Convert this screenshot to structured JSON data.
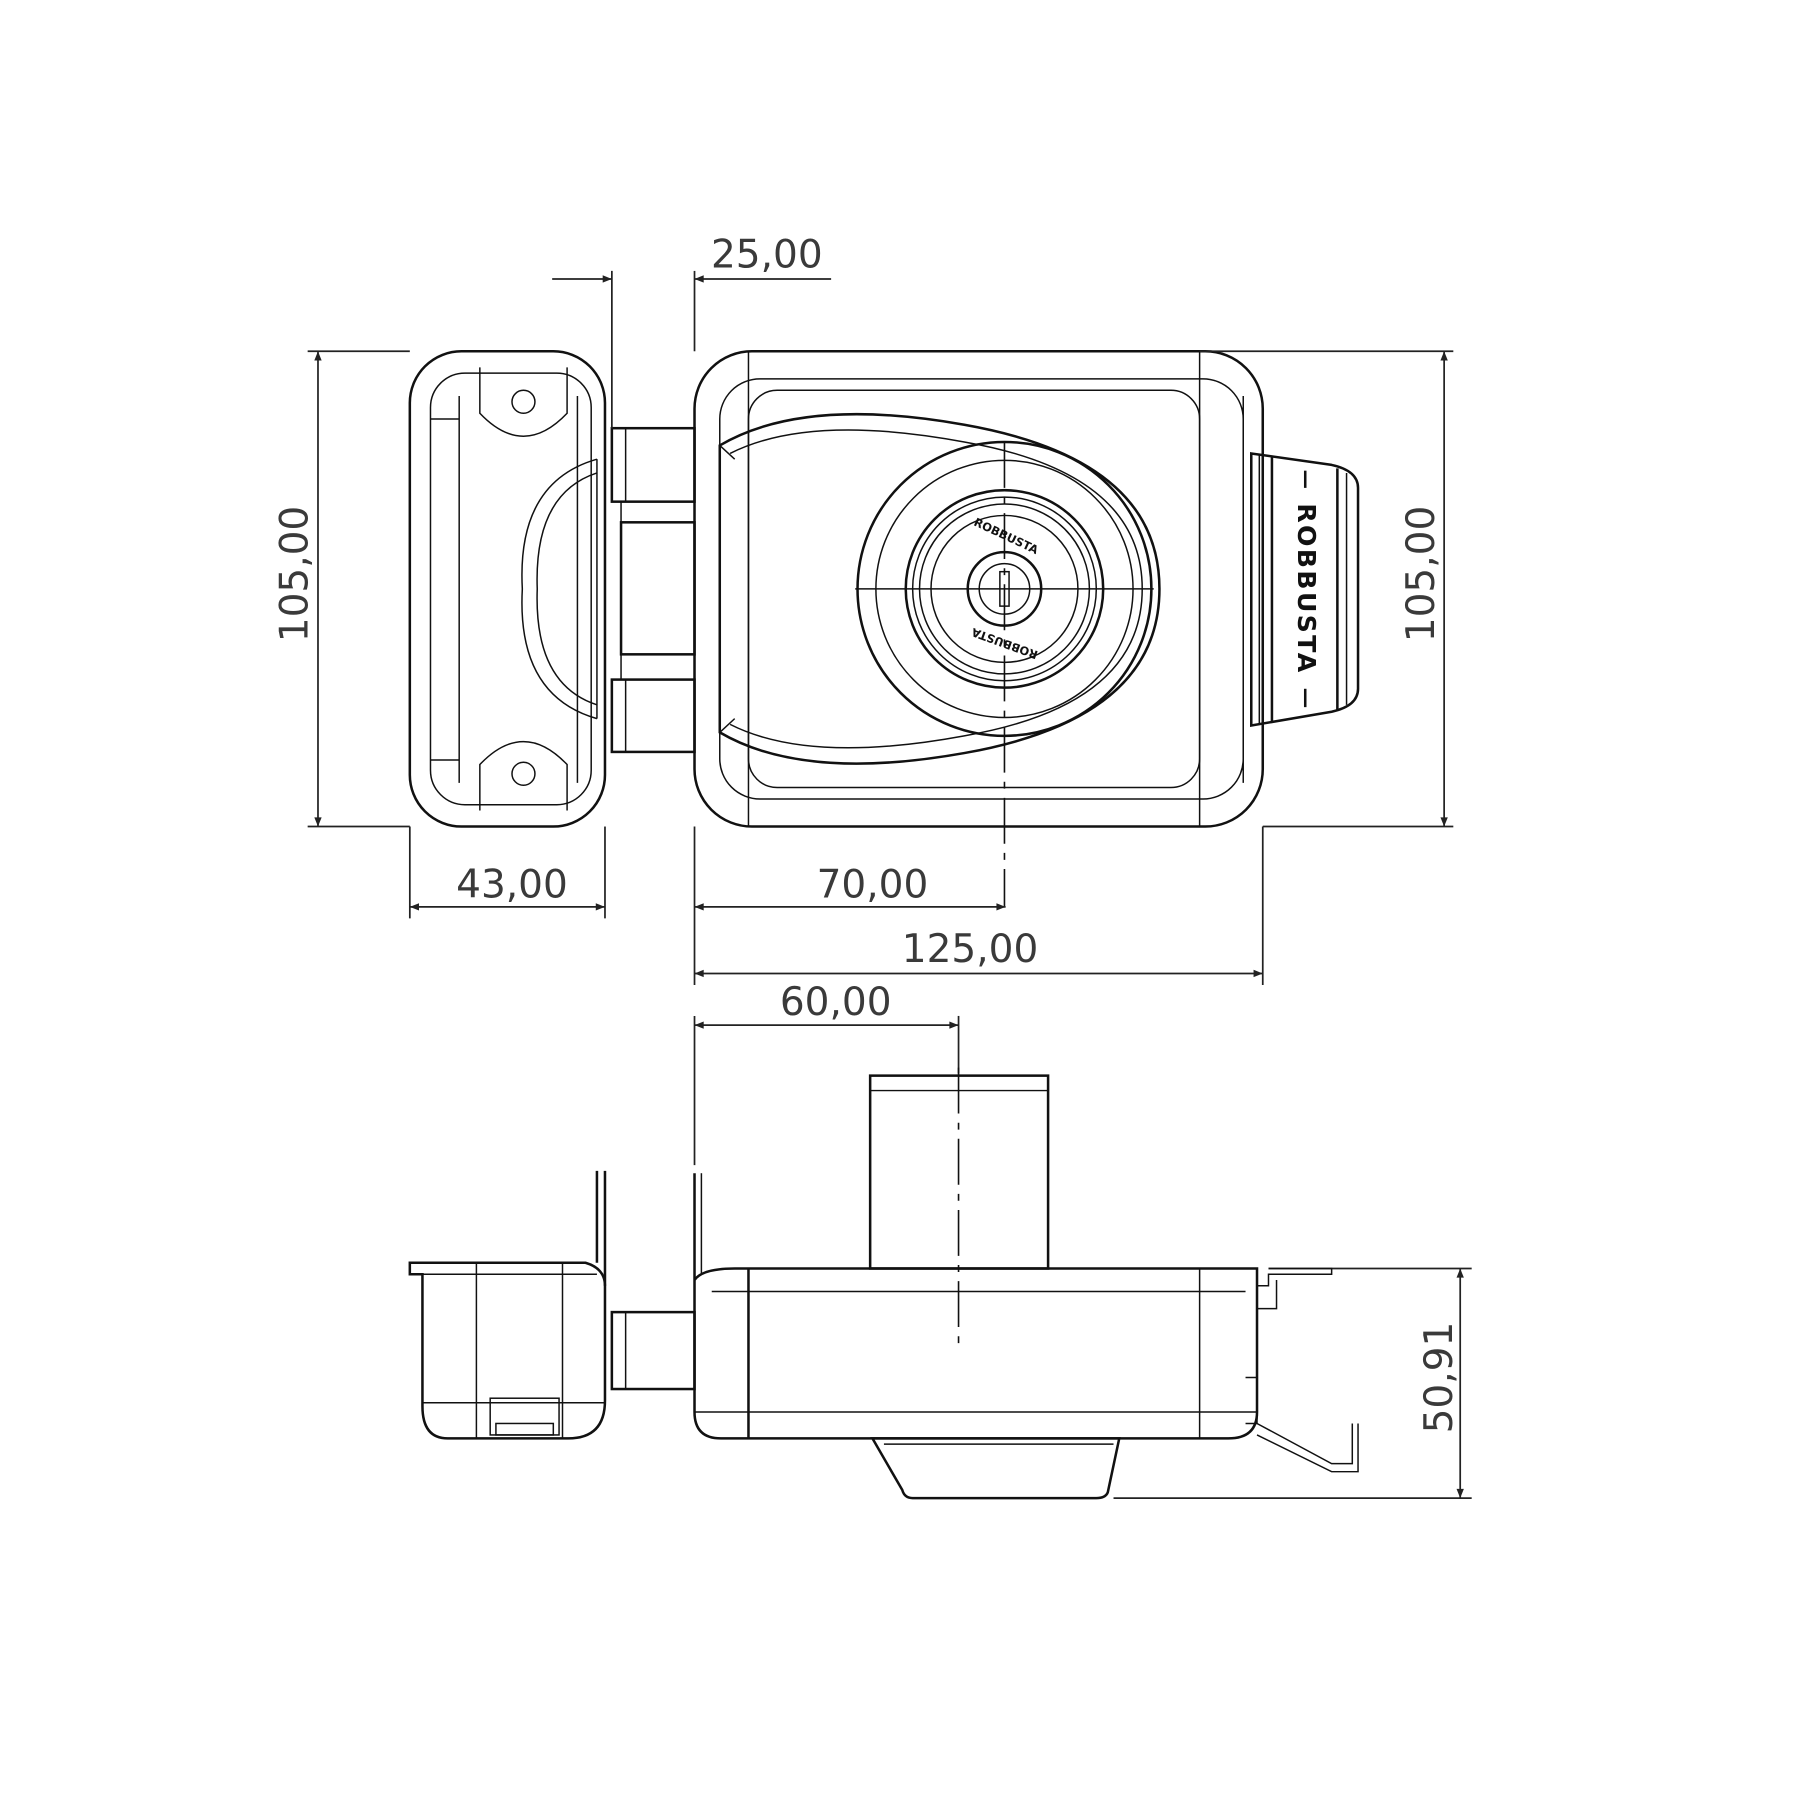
{
  "drawing": {
    "brand_text": "ROBBUSTA",
    "dimensions": {
      "bolt_throw": "25,00",
      "height_left": "105,00",
      "height_right": "105,00",
      "keeper_width": "43,00",
      "cylinder_offset": "70,00",
      "body_width": "125,00",
      "side_cylinder_offset": "60,00",
      "depth": "50,91"
    }
  }
}
